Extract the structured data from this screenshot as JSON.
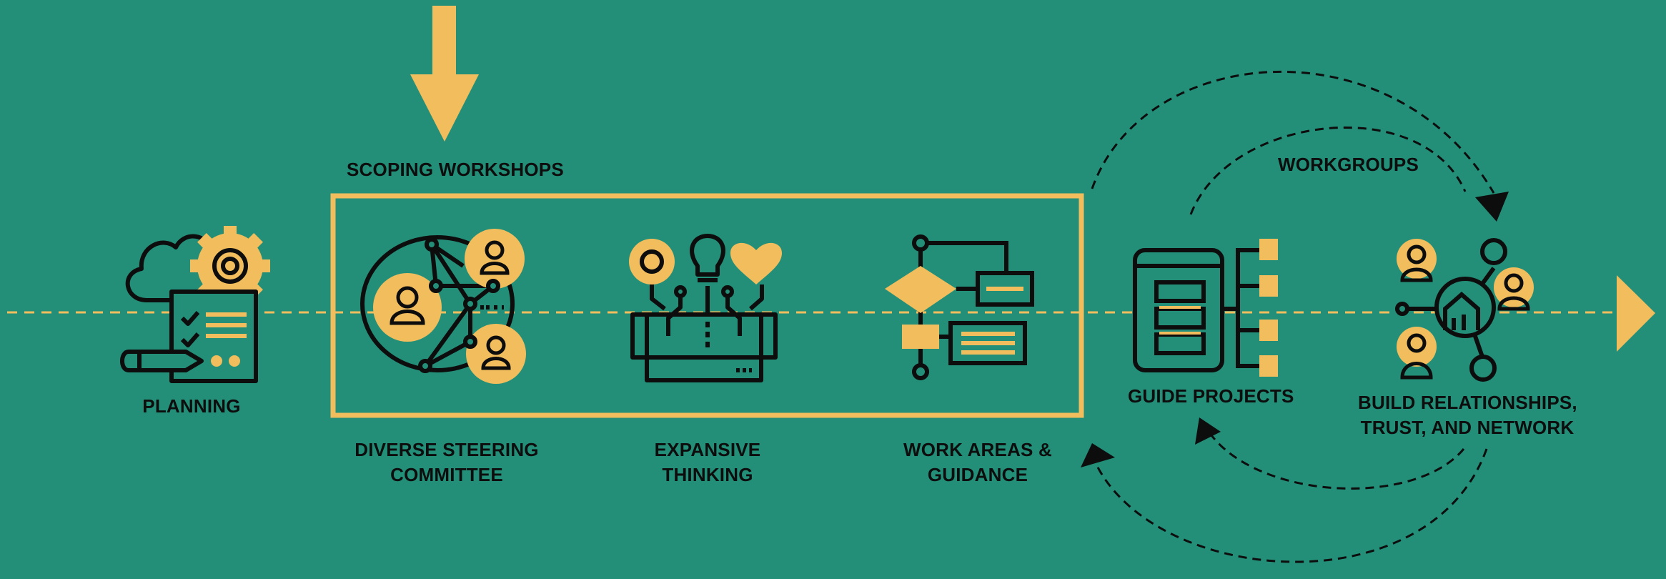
{
  "colors": {
    "background": "#238f78",
    "accent": "#f2bd5c",
    "ink": "#0d0d0d"
  },
  "labels": {
    "scoping_workshops": "SCOPING WORKSHOPS",
    "workgroups": "WORKGROUPS",
    "planning": "PLANNING",
    "steering_line1": "DIVERSE STEERING",
    "steering_line2": "COMMITTEE",
    "expansive_line1": "EXPANSIVE",
    "expansive_line2": "THINKING",
    "work_areas_line1": "WORK AREAS &",
    "work_areas_line2": "GUIDANCE",
    "guide_projects": "GUIDE PROJECTS",
    "relationships_line1": "BUILD RELATIONSHIPS,",
    "relationships_line2": "TRUST, AND NETWORK"
  },
  "icons": [
    "planning-icon",
    "steering-committee-icon",
    "expansive-thinking-icon",
    "workflow-icon",
    "guide-projects-icon",
    "network-icon"
  ]
}
